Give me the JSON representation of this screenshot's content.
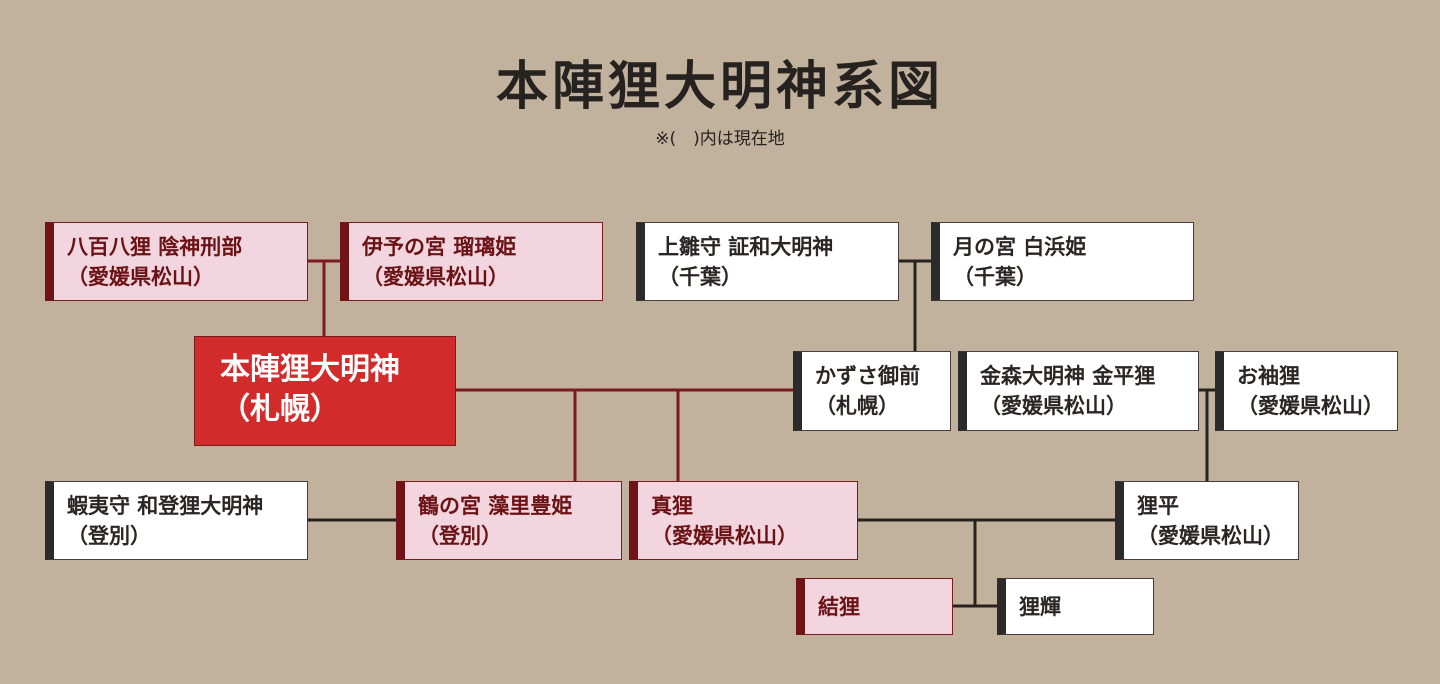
{
  "title": "本陣狸大明神系図",
  "note": "※(　)内は現在地",
  "colors": {
    "background": "#c2b19d",
    "main_fill": "#d12b2b",
    "female_fill": "#f3d5df",
    "female_bar": "#701316",
    "male_fill": "#ffffff",
    "male_bar": "#2b2b2b",
    "female_line": "#7a1b1f",
    "male_line": "#262220"
  },
  "nodes": {
    "yaobahachi": {
      "name": "八百八狸 陰神刑部",
      "place": "（愛媛県松山）"
    },
    "iyonomiya": {
      "name": "伊予の宮 瑠璃姫",
      "place": "（愛媛県松山）"
    },
    "kamihina": {
      "name": "上雛守 証和大明神",
      "place": "（千葉）"
    },
    "tsukinomiya": {
      "name": "月の宮 白浜姫",
      "place": "（千葉）"
    },
    "honjin": {
      "name": "本陣狸大明神",
      "place": "（札幌）"
    },
    "kazusa": {
      "name": "かずさ御前",
      "place": "（札幌）"
    },
    "kanamori": {
      "name": "金森大明神 金平狸",
      "place": "（愛媛県松山）"
    },
    "osode": {
      "name": "お袖狸",
      "place": "（愛媛県松山）"
    },
    "ezo": {
      "name": "蝦夷守 和登狸大明神",
      "place": "（登別）"
    },
    "tsurunomiya": {
      "name": "鶴の宮 藻里豊姫",
      "place": "（登別）"
    },
    "madanuki": {
      "name": "真狸",
      "place": "（愛媛県松山）"
    },
    "tanuhei": {
      "name": "狸平",
      "place": "（愛媛県松山）"
    },
    "yuidanuki": {
      "name": "結狸"
    },
    "tanuki_teru": {
      "name": "狸輝"
    }
  }
}
